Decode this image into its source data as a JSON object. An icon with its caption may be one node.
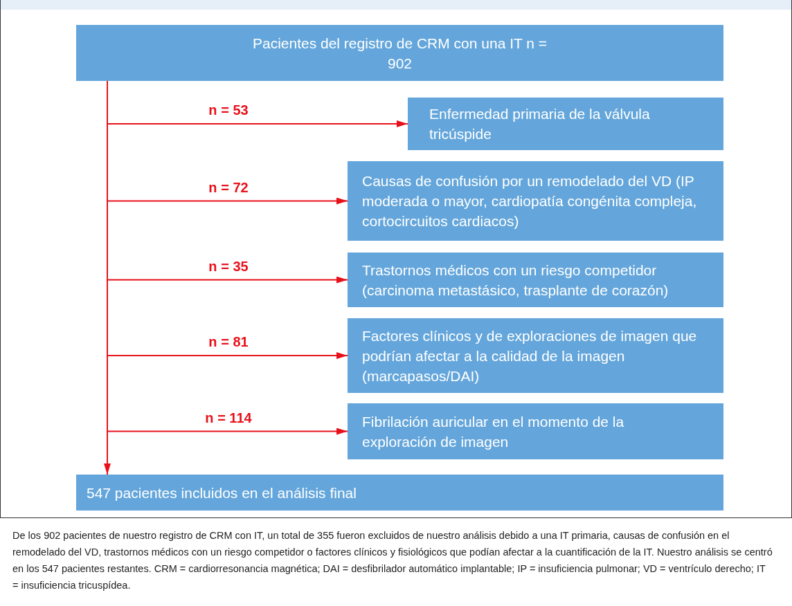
{
  "diagram": {
    "caption": "De los 902 pacientes de nuestro registro de CRM con IT, un total de 355 fueron excluidos de nuestro análisis debido a una IT primaria, causas de confusión en el remodelado del VD, trastornos médicos con un riesgo competidor o factores clínicos y fisiológicos que podían afectar a la cuantificación de la IT. Nuestro análisis se centró en los 547 pacientes restantes. CRM = cardiorresonancia magnética; DAI = desfibrilador automático implantable; IP = insuficiencia pulmonar; VD = ventrículo derecho; IT = insuficiencia tricuspídea.",
    "nodes": [
      {
        "text": [
          "Pacientes del registro de CRM con una IT n = 902"
        ]
      },
      {
        "text": [
          "Enfermedad primaria de la válvula tricúspide"
        ]
      },
      {
        "text": [
          "Causas de confusión por un remodelado del VD (IP moderada o mayor, cardiopatía congénita compleja, cortocircuitos cardiacos)"
        ]
      },
      {
        "text": [
          "Trastornos médicos con un riesgo competidor (carcinoma metastásico, trasplante de corazón)"
        ]
      },
      {
        "text": [
          "Factores clínicos y de exploraciones de imagen que podrían afectar a la calidad de la imagen (marcapasos/DAI)"
        ]
      },
      {
        "text": [
          "Fibrilación auricular en el momento de la exploración de imagen"
        ]
      },
      {
        "text": [
          "547 pacientes incluidos en el análisis final"
        ]
      }
    ],
    "edges": [
      {
        "from": 0,
        "to": 1,
        "arrow": "to",
        "label": "n = 53"
      },
      {
        "from": 0,
        "to": 2,
        "arrow": "to",
        "label": "n = 72"
      },
      {
        "from": 0,
        "to": 3,
        "arrow": "to",
        "label": "n = 35"
      },
      {
        "from": 0,
        "to": 4,
        "arrow": "to",
        "label": "n = 81"
      },
      {
        "from": 0,
        "to": 5,
        "arrow": "to",
        "label": "n = 114"
      },
      {
        "from": 0,
        "to": 6,
        "arrow": "to"
      }
    ]
  }
}
